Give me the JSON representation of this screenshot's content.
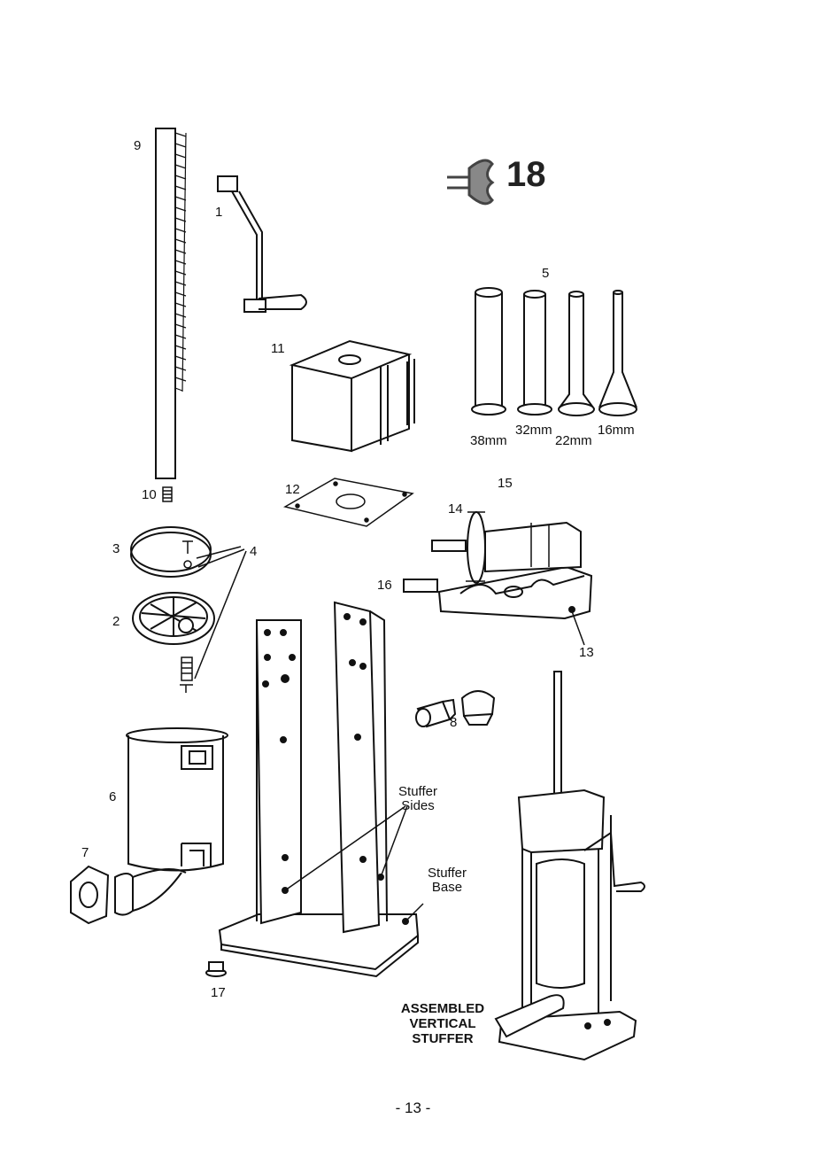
{
  "labels": {
    "p1": "1",
    "p2": "2",
    "p3": "3",
    "p4": "4",
    "p5": "5",
    "p6": "6",
    "p7": "7",
    "p8": "8",
    "p9": "9",
    "p10": "10",
    "p11": "11",
    "p12": "12",
    "p13": "13",
    "p14": "14",
    "p15": "15",
    "p16": "16",
    "p17": "17",
    "p18": "18"
  },
  "tube_sizes": [
    "38mm",
    "32mm",
    "22mm",
    "16mm"
  ],
  "callouts": {
    "stuffer_sides": [
      "Stuffer",
      "Sides"
    ],
    "stuffer_base": [
      "Stuffer",
      "Base"
    ],
    "assembled": [
      "ASSEMBLED",
      "VERTICAL",
      "STUFFER"
    ]
  },
  "page_number": "- 13 -"
}
